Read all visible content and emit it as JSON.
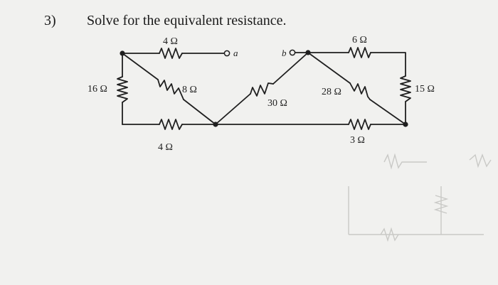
{
  "question": {
    "number": "3)",
    "text": "Solve for the equivalent resistance."
  },
  "circuit": {
    "terminals": {
      "a": "a",
      "b": "b"
    },
    "resistors": {
      "r4_top": "4 Ω",
      "r8": "8 Ω",
      "r16": "16 Ω",
      "r4_bottom": "4 Ω",
      "r30": "30 Ω",
      "r6": "6 Ω",
      "r28": "28 Ω",
      "r15": "15 Ω",
      "r3": "3 Ω"
    }
  },
  "colors": {
    "ink": "#1f1f1f",
    "paper": "#f1f1ef",
    "bleed_through": "#c9c9c6"
  }
}
